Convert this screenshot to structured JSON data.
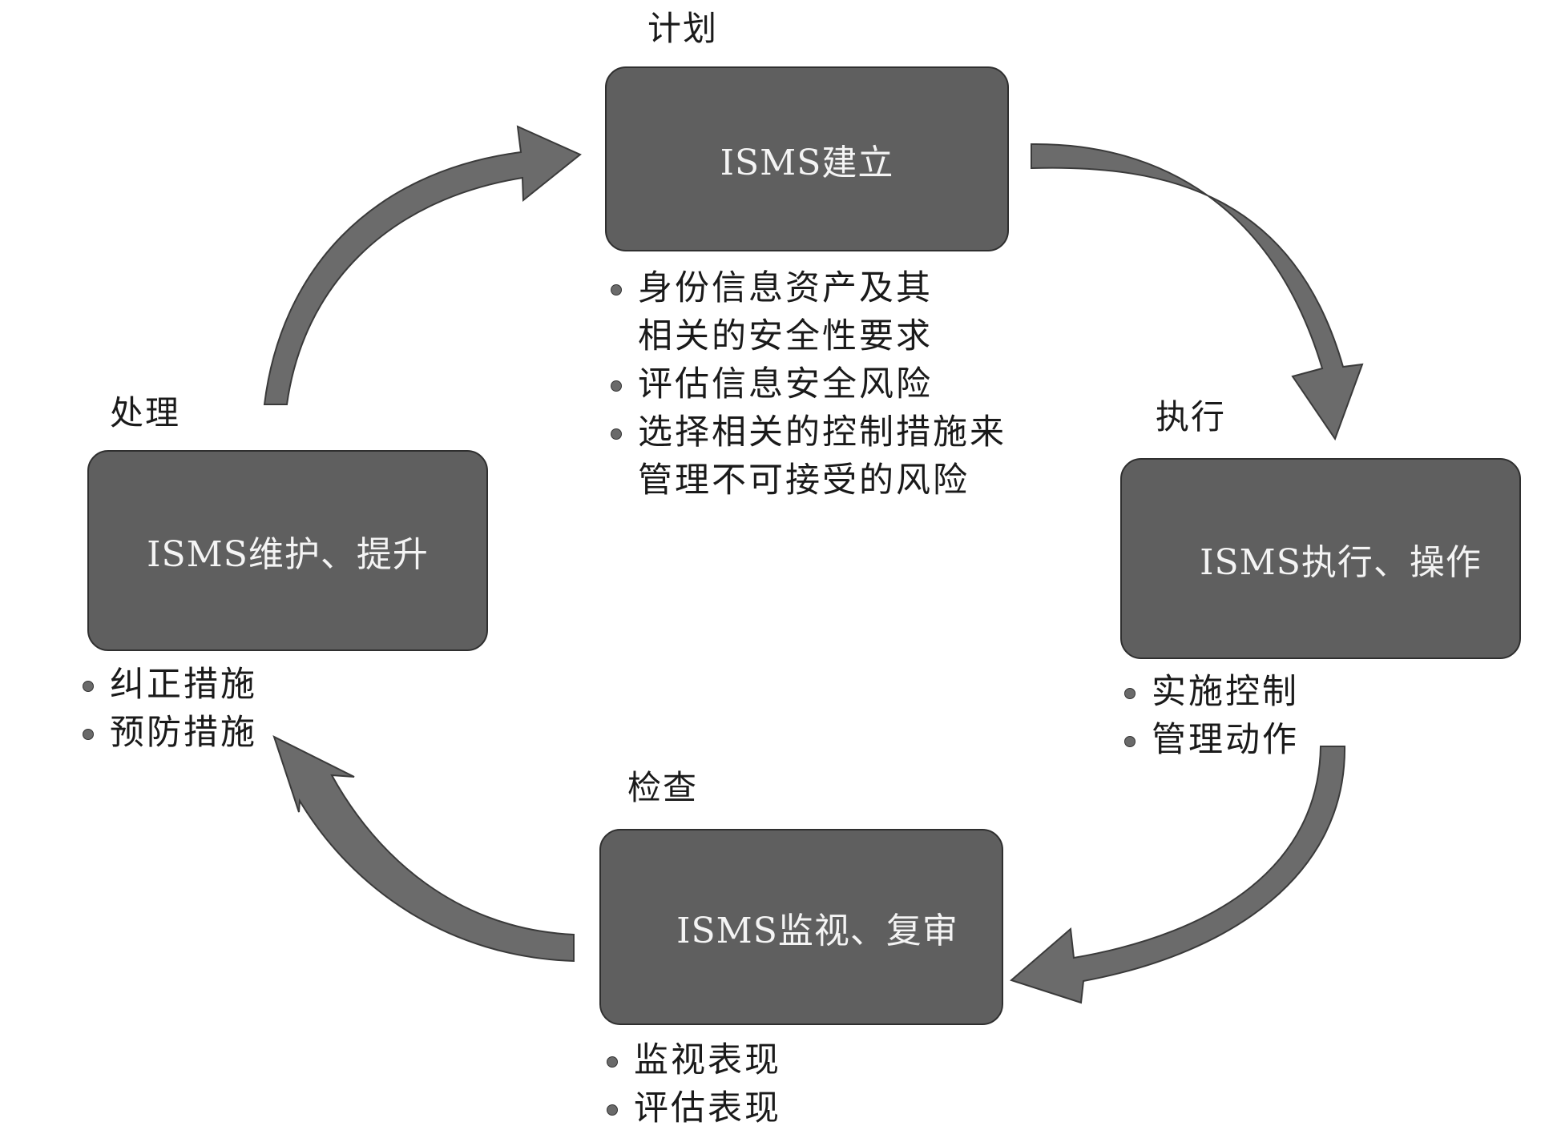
{
  "diagram": {
    "type": "PDCA cycle",
    "colors": {
      "box_fill": "#5f5f5f",
      "arrow_fill": "#6b6b6b",
      "arrow_stroke": "#3a3a3a",
      "box_text": "#f4f4f4",
      "text": "#1a1a1a"
    },
    "phases": {
      "plan": {
        "label": "计划",
        "box_text": "ISMS建立",
        "bullets": [
          [
            "身份信息资产及其",
            "相关的安全性要求"
          ],
          [
            "评估信息安全风险"
          ],
          [
            "选择相关的控制措施来",
            "管理不可接受的风险"
          ]
        ]
      },
      "do": {
        "label": "执行",
        "box_text": "ISMS执行、操作",
        "bullets": [
          [
            "实施控制"
          ],
          [
            "管理动作"
          ]
        ]
      },
      "check": {
        "label": "检查",
        "box_text": "ISMS监视、复审",
        "bullets": [
          [
            "监视表现"
          ],
          [
            "评估表现"
          ]
        ]
      },
      "act": {
        "label": "处理",
        "box_text": "ISMS维护、提升",
        "bullets": [
          [
            "纠正措施"
          ],
          [
            "预防措施"
          ]
        ]
      }
    },
    "flow": [
      {
        "from": "plan",
        "to": "do",
        "arrow": "arrow-plan-to-do"
      },
      {
        "from": "do",
        "to": "check",
        "arrow": "arrow-do-to-check"
      },
      {
        "from": "check",
        "to": "act",
        "arrow": "arrow-check-to-act"
      },
      {
        "from": "act",
        "to": "plan",
        "arrow": "arrow-act-to-plan"
      }
    ]
  }
}
